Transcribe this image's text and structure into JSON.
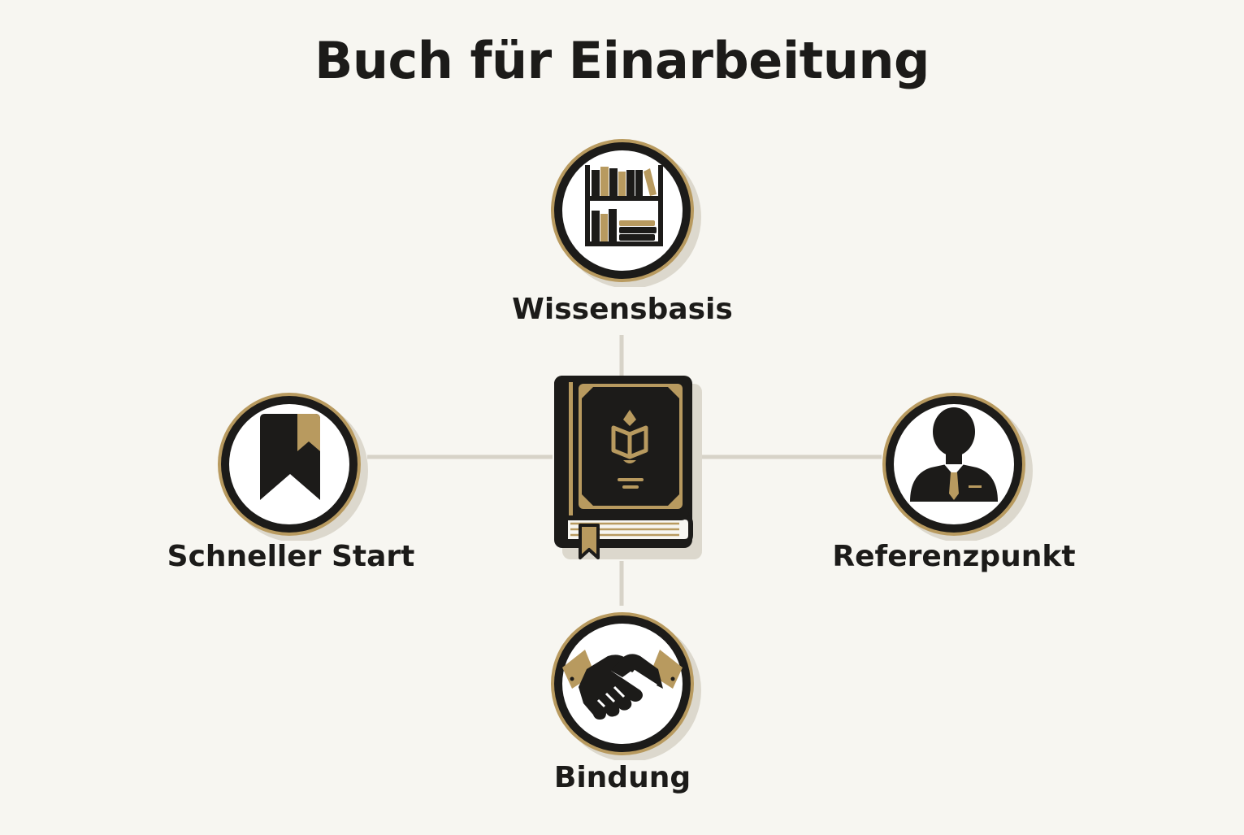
{
  "title": "Buch für Einarbeitung",
  "colors": {
    "background": "#f7f6f1",
    "dark": "#1c1b19",
    "gold": "#b89a5f",
    "connector": "#d7d3c8"
  },
  "center": {
    "icon": "book-icon"
  },
  "nodes": [
    {
      "id": "wissensbasis",
      "label": "Wissensbasis",
      "icon": "bookshelf-icon"
    },
    {
      "id": "schneller-start",
      "label": "Schneller Start",
      "icon": "bookmark-icon"
    },
    {
      "id": "referenzpunkt",
      "label": "Referenzpunkt",
      "icon": "person-icon"
    },
    {
      "id": "bindung",
      "label": "Bindung",
      "icon": "handshake-icon"
    }
  ]
}
